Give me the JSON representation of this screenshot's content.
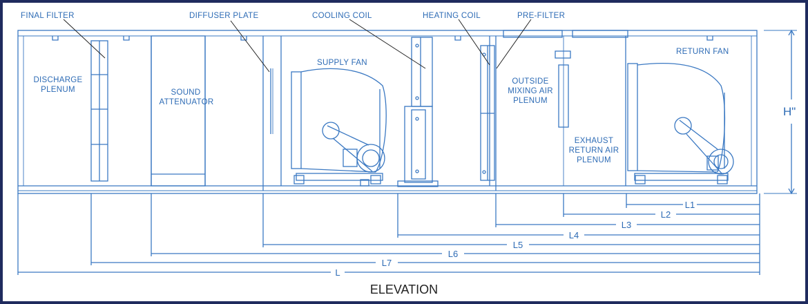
{
  "labels": {
    "final_filter": "FINAL FILTER",
    "diffuser_plate": "DIFFUSER  PLATE",
    "cooling_coil": "COOLING COIL",
    "heating_coil": "HEATING COIL",
    "pre_filter": "PRE-FILTER",
    "discharge_1": "DISCHARGE",
    "discharge_2": "PLENUM",
    "sound_1": "SOUND",
    "sound_2": "ATTENUATOR",
    "supply_fan": "SUPPLY FAN",
    "outside_1": "OUTSIDE",
    "outside_2": "MIXING AIR",
    "outside_3": "PLENUM",
    "exhaust_1": "EXHAUST",
    "exhaust_2": "RETURN AIR",
    "exhaust_3": "PLENUM",
    "return_fan": "RETURN FAN",
    "height": "H\""
  },
  "dimensions": [
    "L1",
    "L2",
    "L3",
    "L4",
    "L5",
    "L6",
    "L7",
    "L"
  ],
  "caption": "ELEVATION",
  "colors": {
    "line": "#3a78c2",
    "frame": "#1f2b5e"
  }
}
